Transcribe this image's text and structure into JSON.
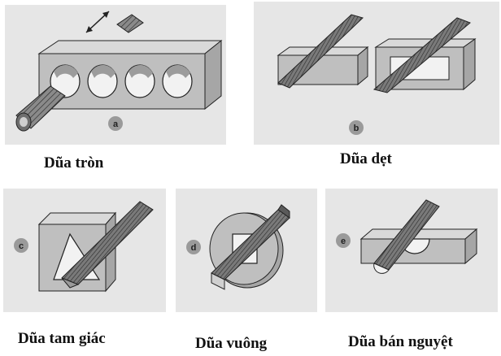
{
  "figure": {
    "panels": [
      {
        "letter": "a",
        "caption": "Dũa tròn"
      },
      {
        "letter": "b",
        "caption": "Dũa dẹt"
      },
      {
        "letter": "c",
        "caption": "Dũa tam giác"
      },
      {
        "letter": "d",
        "caption": "Dũa vuông"
      },
      {
        "letter": "e",
        "caption": "Dũa bán nguyệt"
      }
    ]
  },
  "colors": {
    "panel_bg": "#e6e6e6",
    "block_face": "#bfbfbf",
    "block_top": "#d9d9d9",
    "block_side": "#a6a6a6",
    "file_dark": "#555555",
    "outline": "#222222",
    "label_badge": "#9a9a9a"
  }
}
